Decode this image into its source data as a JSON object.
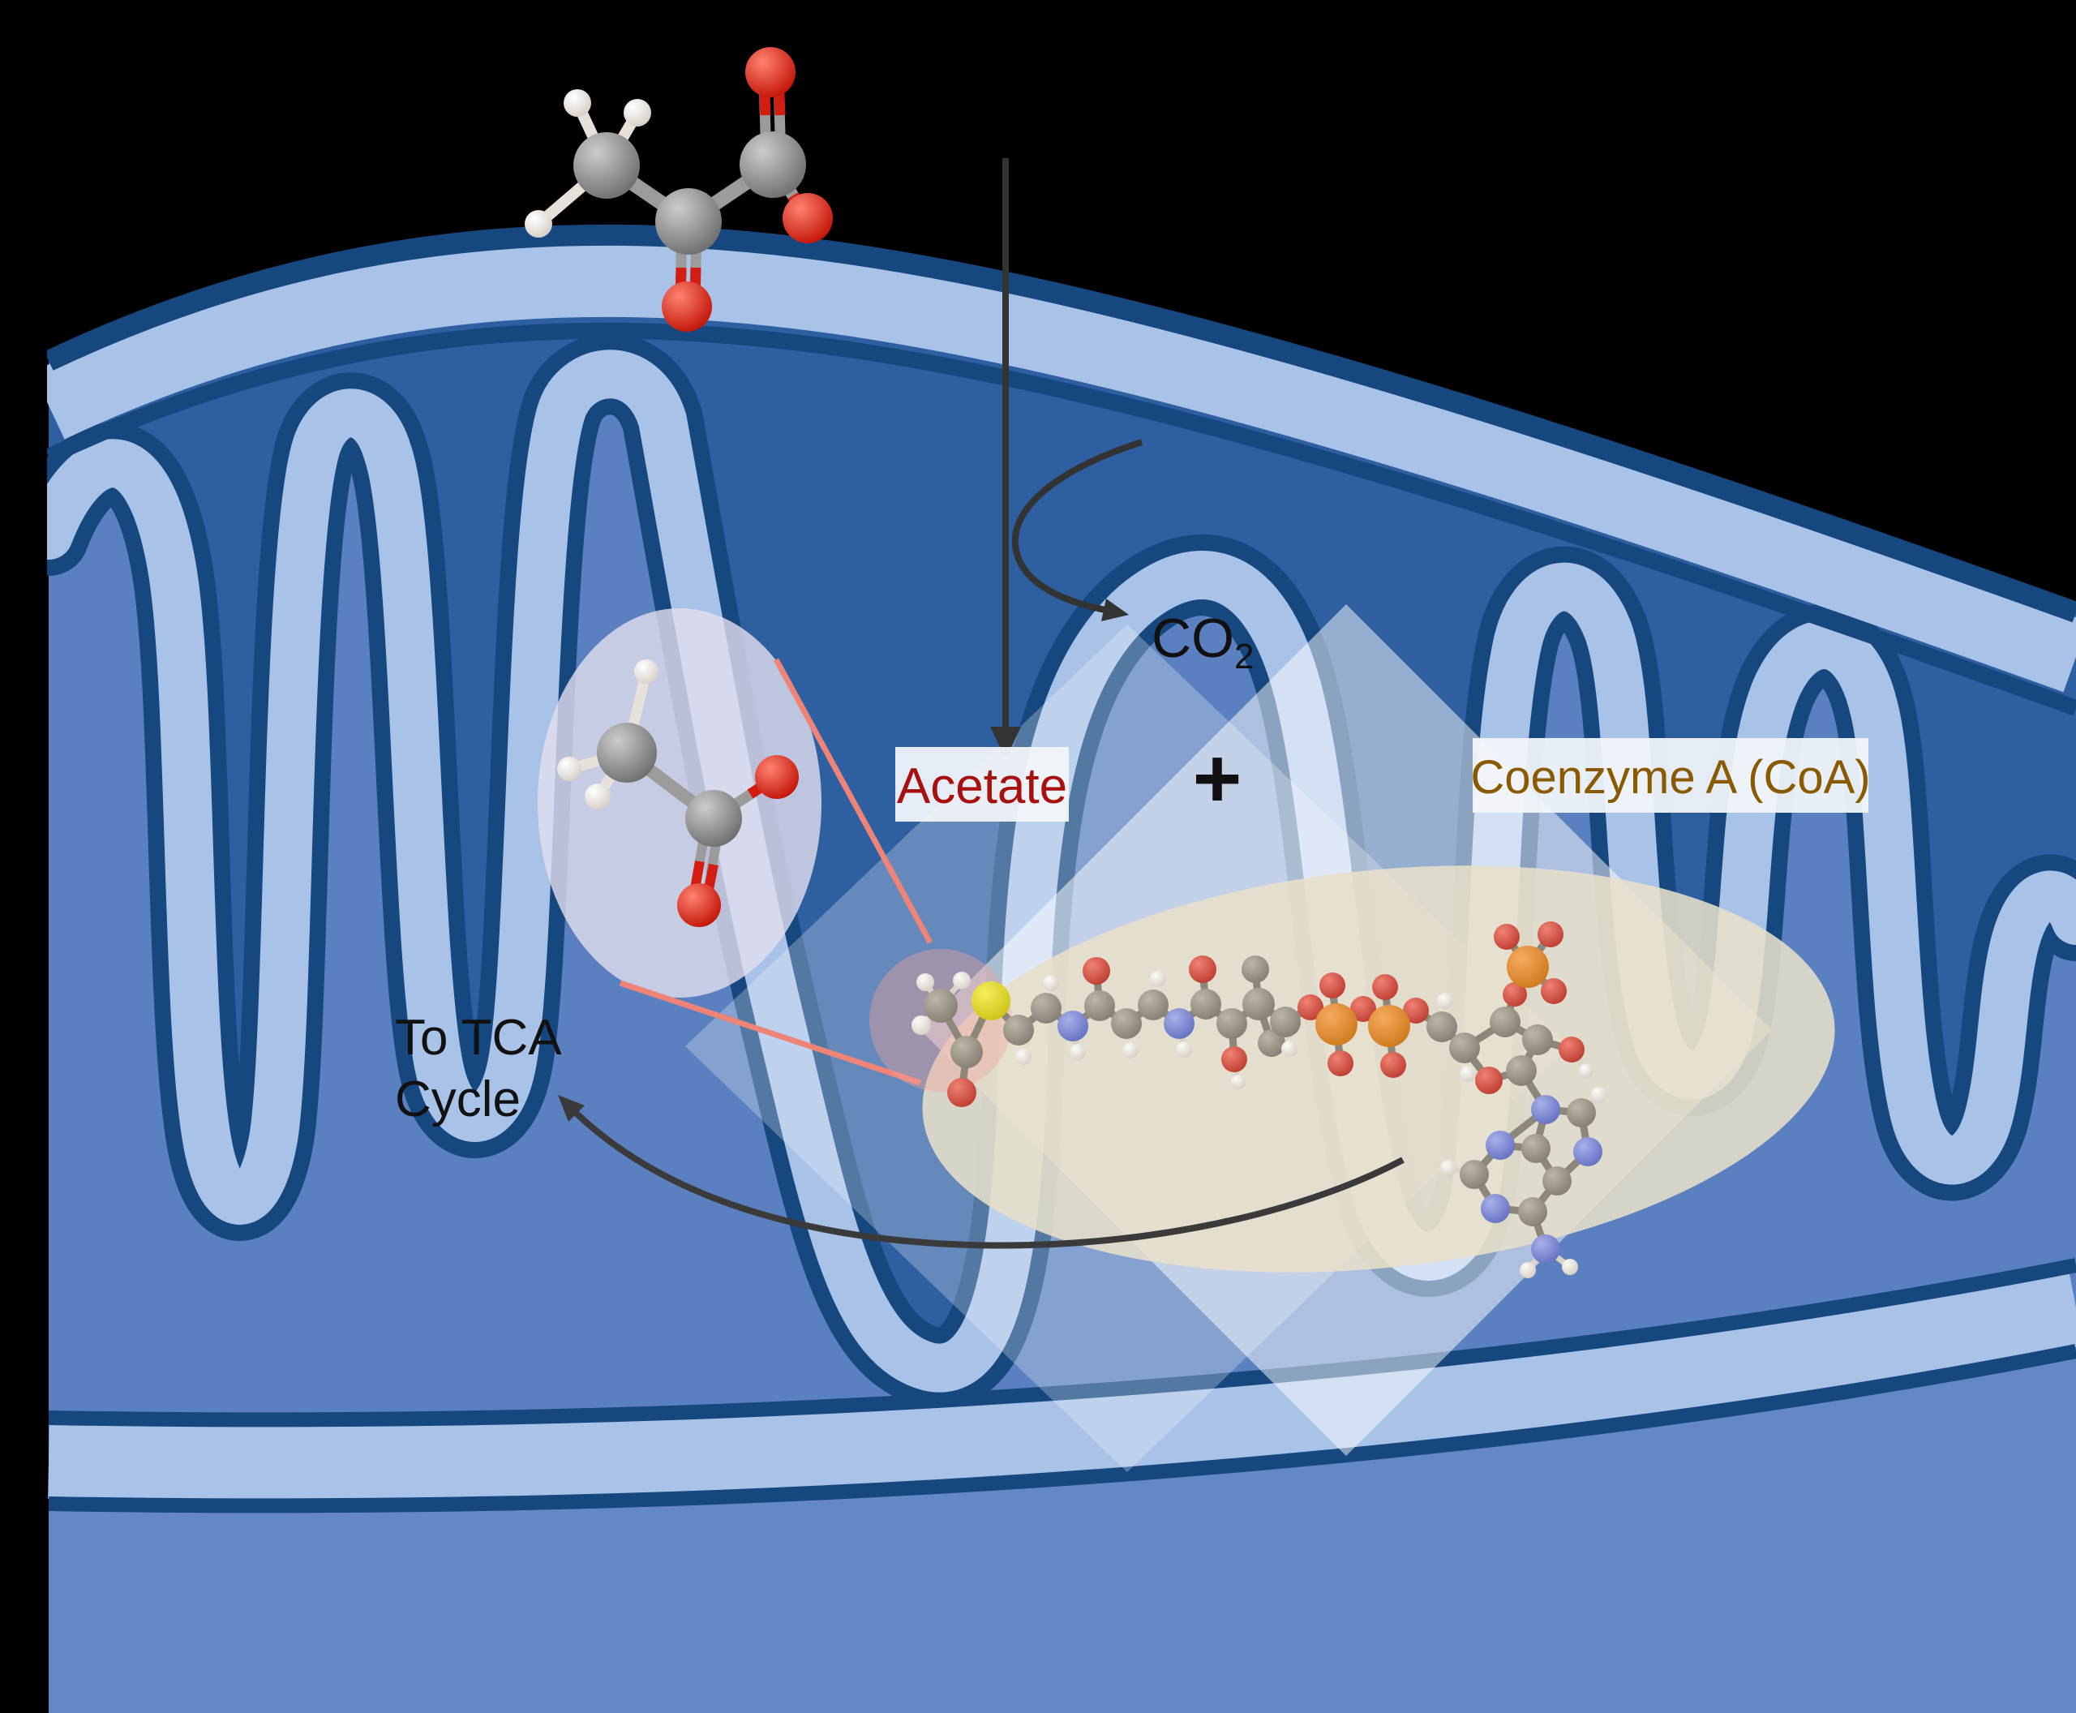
{
  "figure": {
    "background_color": "#000000",
    "labels": {
      "co2": {
        "base": "CO",
        "sub": "2",
        "color": "#111111"
      },
      "acetate": {
        "text": "Acetate",
        "color": "#a8100f",
        "box_color": "#f2f5fa"
      },
      "plus": {
        "text": "+",
        "color": "#111111"
      },
      "coenzyme_a": {
        "text": "Coenzyme A (CoA)",
        "color": "#8a5a00",
        "box_color": "#f2f5fa"
      },
      "to_tca": {
        "line1": "To TCA",
        "line2": "Cycle",
        "color": "#111111"
      }
    },
    "membrane_colors": {
      "outer_light_band": "#a9c3e8",
      "membrane_navy": "#16477e",
      "intermembrane_dark": "#2d5fa1",
      "matrix_medium": "#5b80c0",
      "bottom_region": "#6488c6"
    },
    "overlay_colors": {
      "white_diamond": "rgba(255,255,255,0.50)",
      "faint_diamond": "rgba(245,248,253,0.28)",
      "beige_ellipse": "rgba(231,223,202,0.88)",
      "lavender_ellipse": "rgba(226,222,238,0.80)",
      "pink_highlight": "rgba(242,163,155,0.40)",
      "callout_line": "#ee8377",
      "arrow": "#333333"
    },
    "atom_colors": {
      "carbon": "#8f8f8f",
      "oxygen": "#e02717",
      "hydrogen": "#f7f3ef",
      "nitrogen": "#7b86d4",
      "sulfur": "#e3dc45",
      "phosphorus": "#e0913f"
    }
  }
}
